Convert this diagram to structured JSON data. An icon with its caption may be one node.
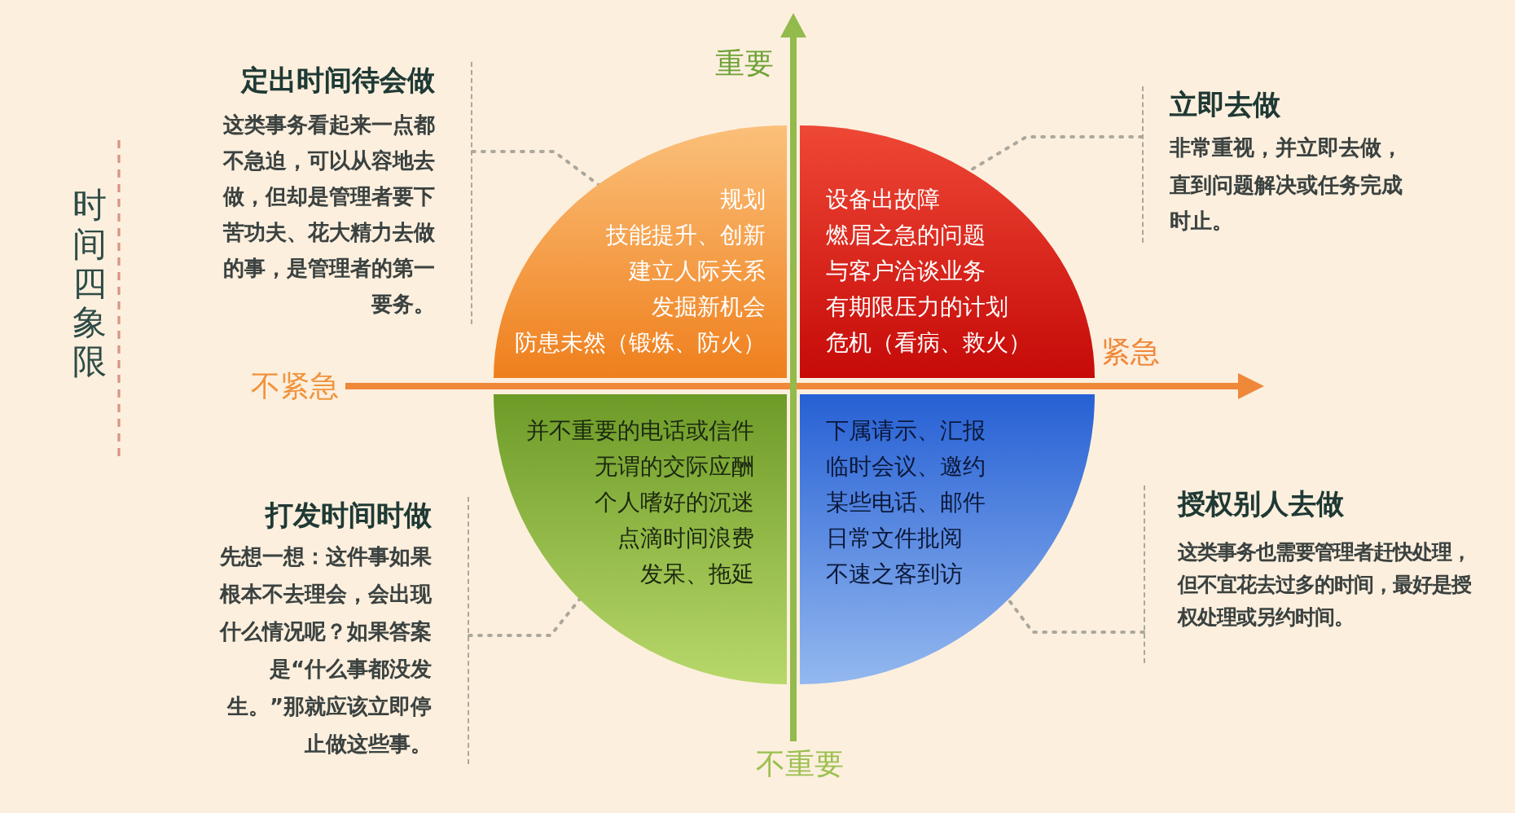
{
  "diagram": {
    "title": "时间四象限",
    "nodes": [
      {
        "text": [
          "定出时间待会做",
          "这类事务看起来一点都不急迫，可以从容地去做，但却是管理者要下苦功夫、花大精力去做的事，是管理者的第一要务。"
        ]
      },
      {
        "text": [
          "规划",
          "技能提升、创新",
          "建立人际关系",
          "发掘新机会",
          "防患未然（锻炼、防火）"
        ]
      },
      {
        "text": [
          "设备出故障",
          "燃眉之急的问题",
          "与客户洽谈业务",
          "有期限压力的计划",
          "危机（看病、救火）"
        ]
      },
      {
        "text": [
          "立即去做",
          "非常重视，并立即去做，直到问题解决或任务完成时止。"
        ]
      },
      {
        "text": [
          "打发时间时做",
          "先想一想：这件事如果根本不去理会，会出现什么情况呢？如果答案是“什么事都没发生。”那就应该立即停止做这些事。"
        ]
      },
      {
        "text": [
          "并不重要的电话或信件",
          "无谓的交际应酬",
          "个人嗜好的沉迷",
          "点滴时间浪费",
          "发呆、拖延"
        ]
      },
      {
        "text": [
          "下属请示、汇报",
          "临时会议、邀约",
          "某些电话、邮件",
          "日常文件批阅",
          "不速之客到访"
        ]
      },
      {
        "text": [
          "授权别人去做",
          "这类事务也需要管理者赶快处理，但不宜花去过多的时间，最好是授权处理或另约时间。"
        ]
      }
    ],
    "edges": [
      {
        "from": 0,
        "to": 1,
        "arrow": "none",
        "style": "dashed"
      },
      {
        "from": 3,
        "to": 2,
        "arrow": "none",
        "style": "dashed"
      },
      {
        "from": 4,
        "to": 5,
        "arrow": "none",
        "style": "dashed"
      },
      {
        "from": 7,
        "to": 6,
        "arrow": "none",
        "style": "dashed"
      }
    ],
    "labels": [
      "重要",
      "紧急",
      "不紧急",
      "不重要"
    ]
  }
}
